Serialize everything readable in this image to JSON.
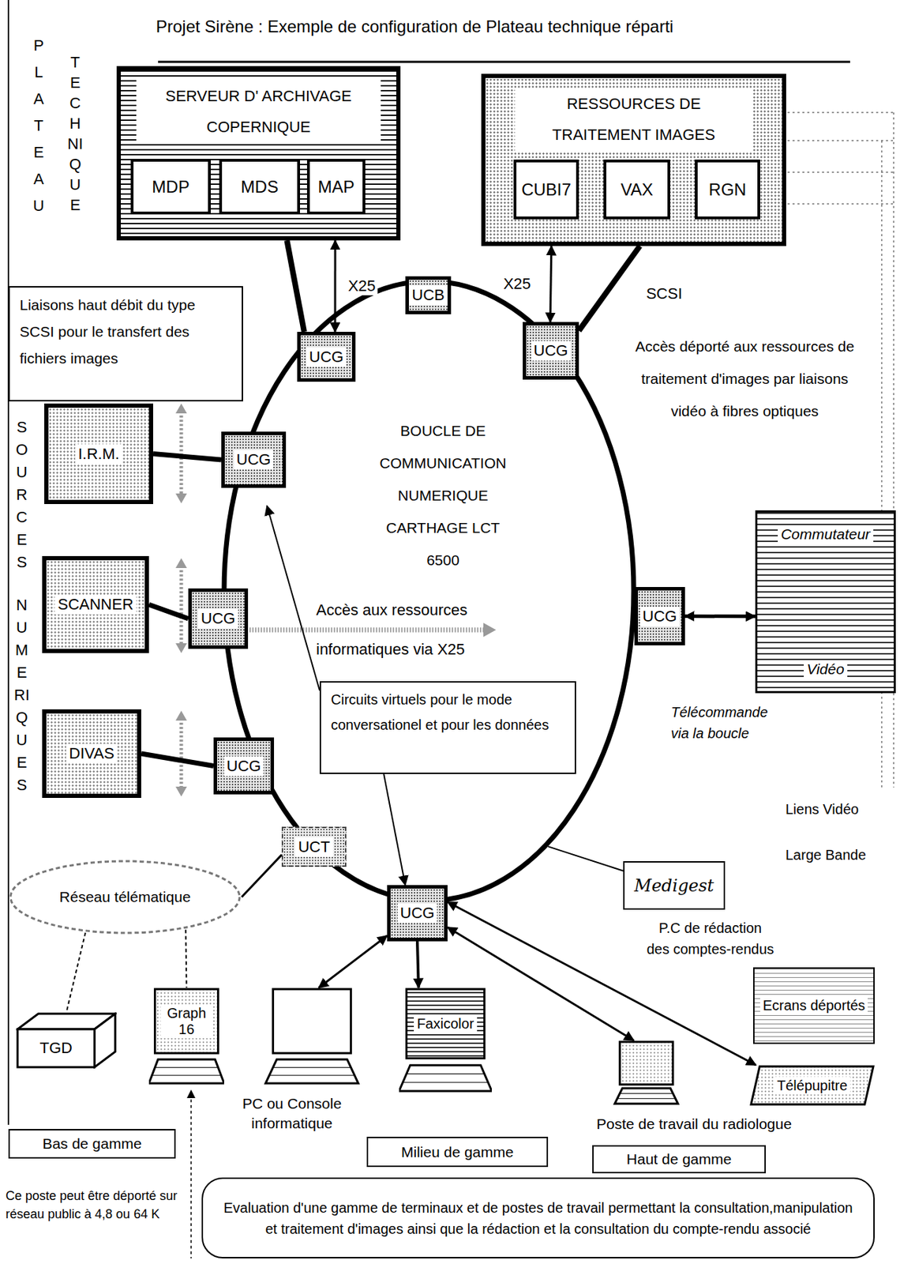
{
  "diagram": {
    "title": "Projet Sirène : Exemple de configuration de Plateau technique réparti",
    "nodes": [
      {
        "text": [
          "SERVEUR D' ARCHIVAGE COPERNIQUE"
        ]
      },
      {
        "text": [
          "MDP"
        ],
        "in": 0
      },
      {
        "text": [
          "MDS"
        ],
        "in": 0
      },
      {
        "text": [
          "MAP"
        ],
        "in": 0
      },
      {
        "text": [
          "RESSOURCES DE TRAITEMENT IMAGES"
        ]
      },
      {
        "text": [
          "CUBI7"
        ],
        "in": 4
      },
      {
        "text": [
          "VAX"
        ],
        "in": 4
      },
      {
        "text": [
          "RGN"
        ],
        "in": 4
      },
      {
        "text": [
          "UCG"
        ]
      },
      {
        "text": [
          "UCB"
        ]
      },
      {
        "text": [
          "UCG"
        ]
      },
      {
        "text": [
          "BOUCLE DE COMMUNICATION NUMERIQUE CARTHAGE LCT 6500"
        ]
      },
      {
        "text": [
          "I.R.M."
        ]
      },
      {
        "text": [
          "UCG"
        ]
      },
      {
        "text": [
          "SCANNER"
        ]
      },
      {
        "text": [
          "UCG"
        ]
      },
      {
        "text": [
          "DIVAS"
        ]
      },
      {
        "text": [
          "UCG"
        ]
      },
      {
        "text": [
          "UCT"
        ]
      },
      {
        "text": [
          "Réseau télématique"
        ]
      },
      {
        "text": [
          "UCG"
        ]
      },
      {
        "text": [
          "UCG"
        ]
      },
      {
        "text": [
          "Commutateur",
          "Vidéo"
        ]
      },
      {
        "text": [
          "TGD"
        ]
      },
      {
        "text": [
          "Graph 16"
        ]
      },
      {
        "text": [
          "PC ou Console informatique"
        ]
      },
      {
        "text": [
          "Faxicolor"
        ]
      },
      {
        "text": [
          "Poste de travail du radiologue"
        ]
      },
      {
        "text": [
          "Télépupitre"
        ]
      },
      {
        "text": [
          "Ecrans déportés"
        ]
      },
      {
        "text": [
          "Medigest"
        ]
      },
      {
        "text": [
          "Liaisons haut débit du type SCSI pour le transfert des fichiers images"
        ]
      },
      {
        "text": [
          "Circuits virtuels pour le mode conversationel et pour les données"
        ]
      },
      {
        "text": [
          "Bas de gamme"
        ]
      },
      {
        "text": [
          "Milieu de gamme"
        ]
      },
      {
        "text": [
          "Haut de gamme"
        ]
      },
      {
        "text": [
          "Evaluation d'une gamme de terminaux et de postes de travail permettant la consultation,manipulation et traitement d'images ainsi que la rédaction et la consultation du compte-rendu associé"
        ]
      }
    ],
    "edges": [
      {
        "from": 0,
        "to": 8,
        "arrow": "none"
      },
      {
        "from": 0,
        "to": 8,
        "label": "X25",
        "arrow": "both"
      },
      {
        "from": 4,
        "to": 10,
        "label": "X25",
        "arrow": "both"
      },
      {
        "from": 4,
        "to": 10,
        "label": "SCSI",
        "arrow": "none"
      },
      {
        "from": 12,
        "to": 13,
        "arrow": "none"
      },
      {
        "from": 14,
        "to": 15,
        "arrow": "none"
      },
      {
        "from": 16,
        "to": 17,
        "arrow": "none"
      },
      {
        "from": 21,
        "to": 22,
        "arrow": "both"
      },
      {
        "from": 20,
        "to": 25,
        "arrow": "both"
      },
      {
        "from": 20,
        "to": 26,
        "arrow": "to"
      },
      {
        "from": 20,
        "to": 27,
        "arrow": "both"
      },
      {
        "from": 20,
        "to": 28,
        "arrow": "both"
      },
      {
        "from": 19,
        "to": 23,
        "arrow": "none"
      },
      {
        "from": 19,
        "to": 24,
        "arrow": "none"
      },
      {
        "from": 18,
        "to": 19,
        "arrow": "none"
      },
      {
        "from": 30,
        "to": 11,
        "arrow": "none"
      },
      {
        "from": 32,
        "to": 11,
        "arrow": "to"
      },
      {
        "from": 32,
        "to": 20,
        "arrow": "to"
      }
    ],
    "labels": [
      "PLATEAU",
      "TECHNIQUE",
      "SOURCES",
      "NUMERIQUES",
      "Accès déporté aux ressources de traitement d'images par liaisons vidéo à fibres optiques",
      "Accès aux ressources informatiques via X25",
      "Télécommande via la boucle",
      "Liens Vidéo",
      "Large Bande",
      "P.C de rédaction des comptes-rendus",
      "Ce poste peut être déporté sur réseau public à 4,8 ou 64 K"
    ]
  }
}
